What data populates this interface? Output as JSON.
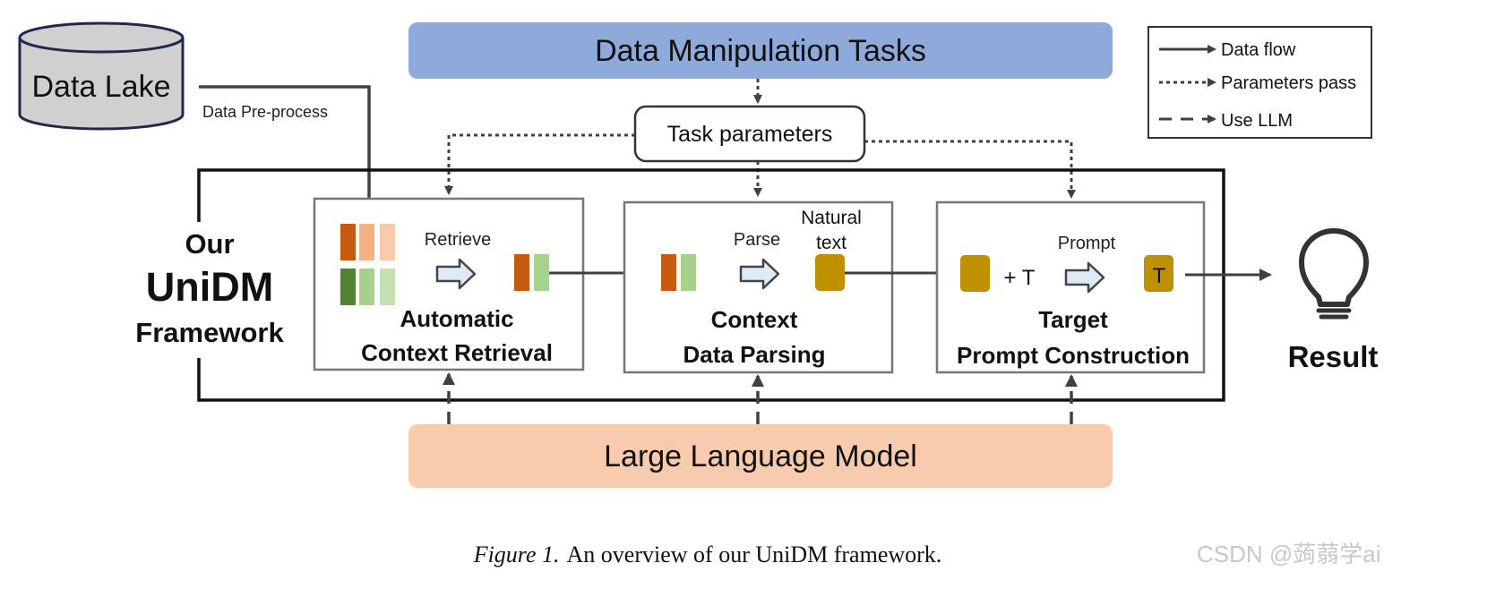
{
  "data_lake": {
    "label": "Data Lake",
    "preprocess_label": "Data Pre-process"
  },
  "tasks": {
    "label": "Data Manipulation Tasks",
    "color": "#8eaadb"
  },
  "task_parameters": {
    "label": "Task parameters"
  },
  "legend": {
    "data_flow": "Data flow",
    "parameters_pass": "Parameters pass",
    "use_llm": "Use LLM"
  },
  "framework": {
    "line1": "Our",
    "line2": "UniDM",
    "line3": "Framework"
  },
  "stage1": {
    "title_line1": "Automatic",
    "title_line2": "Context Retrieval",
    "arrow_label": "Retrieve"
  },
  "stage2": {
    "title_line1": "Context",
    "title_line2": "Data Parsing",
    "arrow_label": "Parse",
    "output_line1": "Natural",
    "output_line2": "text"
  },
  "stage3": {
    "title_line1": "Target",
    "title_line2": "Prompt Construction",
    "arrow_label": "Prompt",
    "plus_t": "+ T",
    "output_t": "T"
  },
  "result": {
    "label": "Result"
  },
  "llm": {
    "label": "Large Language Model",
    "color": "#f8cbad"
  },
  "caption": {
    "prefix": "Figure 1.",
    "text": "An overview of our UniDM framework."
  },
  "watermark": {
    "text": "CSDN @蒟蒻学ai"
  },
  "colors": {
    "orange_dark": "#c55a11",
    "orange_mid": "#f4b183",
    "orange_light": "#f8cbad",
    "green_dark": "#548235",
    "green_mid": "#a9d18e",
    "green_light": "#c5e0b4",
    "gold": "#bf9000",
    "arrow_fill": "#deebf7"
  }
}
